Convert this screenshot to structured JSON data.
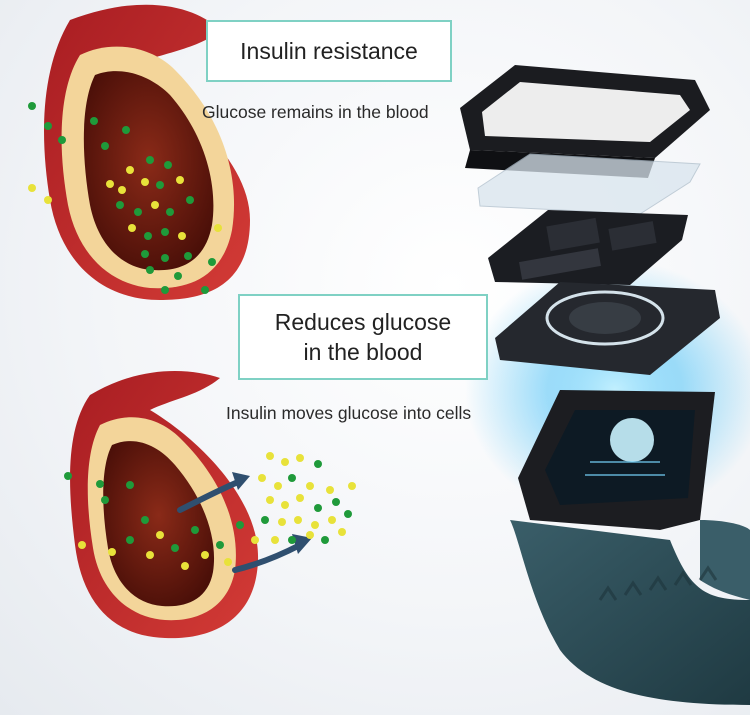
{
  "labels": {
    "insulin_resistance": "Insulin resistance",
    "glucose_remains": "Glucose remains in the blood",
    "reduces_line1": "Reduces glucose",
    "reduces_line2": "in the blood",
    "insulin_moves": "Insulin moves glucose into cells"
  },
  "colors": {
    "box_border": "#7fd1c4",
    "vessel_outer": "#c0282a",
    "vessel_wall": "#f3d59a",
    "vessel_lumen": "#6a1a10",
    "insulin_dot": "#1f9a3a",
    "glucose_dot": "#e8e23a",
    "arrow": "#2f4f6f",
    "device": "#1c1d21",
    "strap": "#2c4b55",
    "glow": "#4fc3f7"
  },
  "icons": [
    "insulin-particle-icon",
    "glucose-particle-icon",
    "flow-arrow-icon"
  ]
}
